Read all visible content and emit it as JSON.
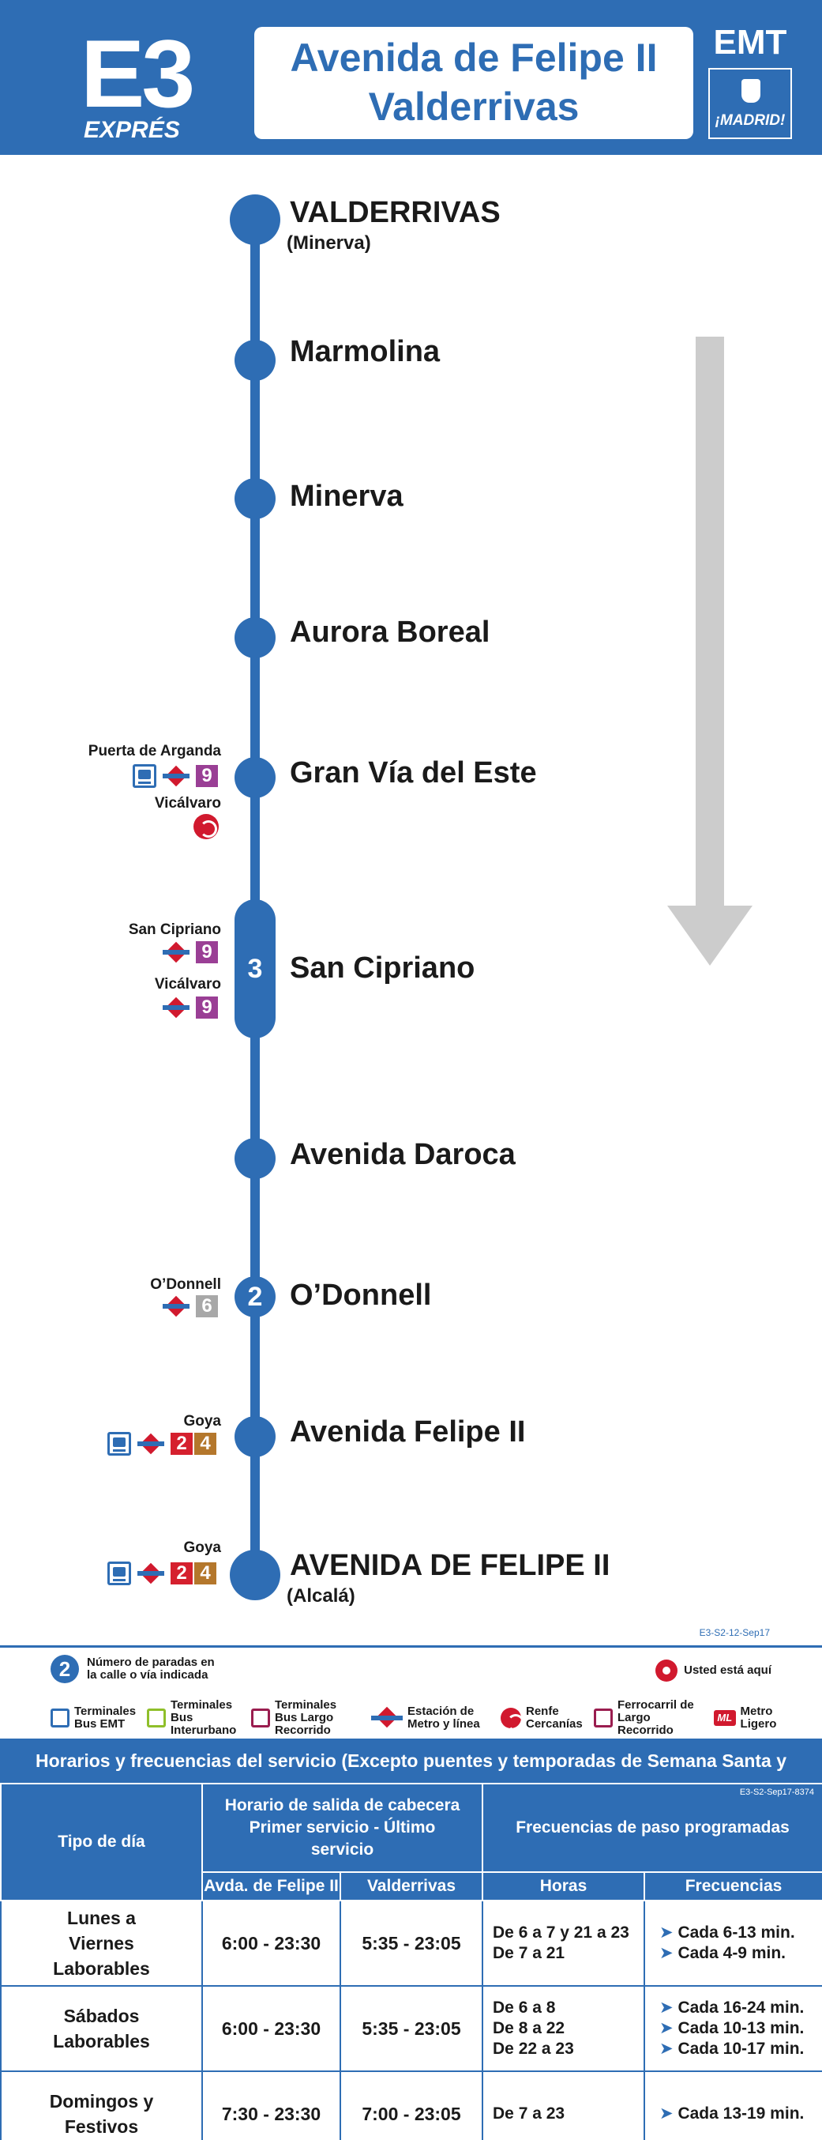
{
  "header": {
    "route_code": "E3",
    "route_type": "EXPRÉS",
    "destination_line1": "Avenida de Felipe II",
    "destination_line2": "Valderrivas",
    "operator": "EMT",
    "city_logo_text": "¡MADRID!"
  },
  "stops": [
    {
      "name": "VALDERRIVAS",
      "sub": "(Minerva)"
    },
    {
      "name": "Marmolina"
    },
    {
      "name": "Minerva"
    },
    {
      "name": "Aurora Boreal"
    },
    {
      "name": "Gran Vía del Este",
      "connections": [
        {
          "name": "Puerta de Arganda",
          "line": "9"
        },
        {
          "name": "Vicálvaro"
        }
      ]
    },
    {
      "name": "San Cipriano",
      "stop_count": "3",
      "connections": [
        {
          "name": "San Cipriano",
          "line": "9"
        },
        {
          "name": "Vicálvaro",
          "line": "9"
        }
      ]
    },
    {
      "name": "Avenida Daroca"
    },
    {
      "name": "O’Donnell",
      "stop_count": "2",
      "connections": [
        {
          "name": "O’Donnell",
          "line": "6"
        }
      ]
    },
    {
      "name": "Avenida Felipe II",
      "connections": [
        {
          "name": "Goya",
          "lines": [
            "2",
            "4"
          ]
        }
      ]
    },
    {
      "name": "AVENIDA DE FELIPE II",
      "sub": "(Alcalá)",
      "connections": [
        {
          "name": "Goya",
          "lines": [
            "2",
            "4"
          ]
        }
      ]
    }
  ],
  "colors": {
    "brand_blue": "#2e6db4",
    "metro_red": "#d1192e",
    "line9": "#9a3f95",
    "line6": "#a8a8a8",
    "line2": "#d5202e",
    "line4": "#b4772c"
  },
  "legend": {
    "ref_code": "E3-S2-12-Sep17",
    "stops_count_text": "Número de paradas en la calle o vía indicada",
    "stops_count_example": "2",
    "you_are_here": "Usted está aquí",
    "items": [
      "Terminales Bus EMT",
      "Terminales Bus Interurbano",
      "Terminales Bus Largo Recorrido",
      "Estación de Metro y línea",
      "Renfe Cercanías",
      "Ferrocarril de Largo Recorrido",
      "Metro Ligero"
    ],
    "metro_ligero_abbr": "ML"
  },
  "schedule": {
    "title": "Horarios y frecuencias del servicio (Excepto puentes y temporadas de Semana Santa y Verano)",
    "code": "E3-S2-Sep17-8374",
    "col_day": "Tipo de día",
    "col_first_last": "Horario de salida de cabecera Primer servicio - Último servicio",
    "col_freq": "Frecuencias de paso programadas",
    "col_origin1": "Avda. de Felipe II",
    "col_origin2": "Valderrivas",
    "col_hours": "Horas",
    "col_frequencies": "Frecuencias",
    "rows": [
      {
        "day": "Lunes a Viernes Laborables",
        "o1": "6:00 - 23:30",
        "o2": "5:35 - 23:05",
        "hours": [
          "De 6 a 7 y 21 a 23",
          "De 7 a 21"
        ],
        "freqs": [
          "Cada 6-13 min.",
          "Cada 4-9 min."
        ]
      },
      {
        "day": "Sábados Laborables",
        "o1": "6:00 - 23:30",
        "o2": "5:35 - 23:05",
        "hours": [
          "De 6 a 8",
          "De 8 a 22",
          "De 22 a 23"
        ],
        "freqs": [
          "Cada 16-24 min.",
          "Cada 10-13 min.",
          "Cada 10-17 min."
        ]
      },
      {
        "day": "Domingos y Festivos",
        "o1": "7:30 - 23:30",
        "o2": "7:00 - 23:05",
        "hours": [
          "De 7 a 23"
        ],
        "freqs": [
          "Cada 13-19 min."
        ]
      }
    ]
  }
}
